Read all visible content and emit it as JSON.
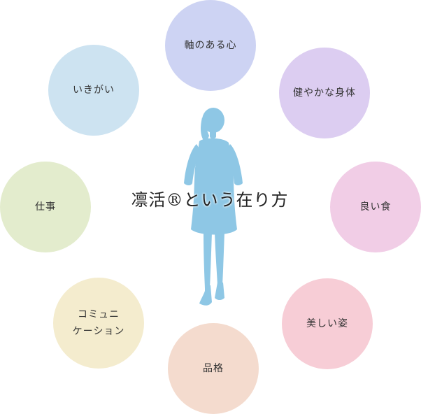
{
  "center": {
    "title": "凛活®という在り方"
  },
  "items": [
    {
      "label_lines": [
        "軸のある心"
      ],
      "color": "#cdd3f3"
    },
    {
      "label_lines": [
        "健やかな身体"
      ],
      "color": "#dccdf1"
    },
    {
      "label_lines": [
        "良い食"
      ],
      "color": "#f1cde6"
    },
    {
      "label_lines": [
        "美しい姿"
      ],
      "color": "#f7cdd6"
    },
    {
      "label_lines": [
        "品格"
      ],
      "color": "#f4dbce"
    },
    {
      "label_lines": [
        "コミュニ",
        "ケーション"
      ],
      "color": "#f4ecce"
    },
    {
      "label_lines": [
        "仕事"
      ],
      "color": "#e3eccd"
    },
    {
      "label_lines": [
        "いきがい"
      ],
      "color": "#cde3f1"
    }
  ],
  "figure_color": "#8ec7e5"
}
